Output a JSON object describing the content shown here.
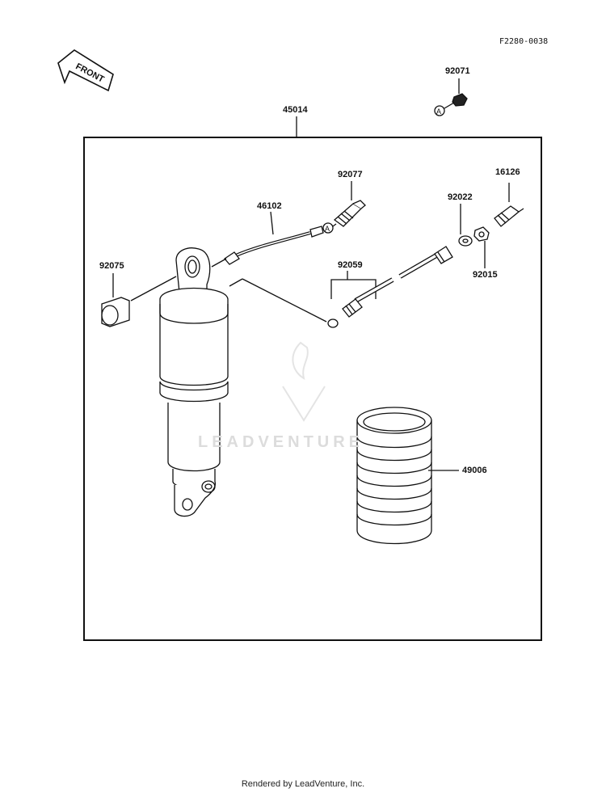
{
  "figure_code": "F2280-0038",
  "front_label": "FRONT",
  "watermark": "LEADVENTURE",
  "footer": "Rendered by LeadVenture, Inc.",
  "ref_markers": [
    "A",
    "A"
  ],
  "parts": {
    "p92071": "92071",
    "p45014": "45014",
    "p92077": "92077",
    "p16126": "16126",
    "p46102": "46102",
    "p92022": "92022",
    "p92075": "92075",
    "p92059": "92059",
    "p92015": "92015",
    "p49006": "49006"
  }
}
